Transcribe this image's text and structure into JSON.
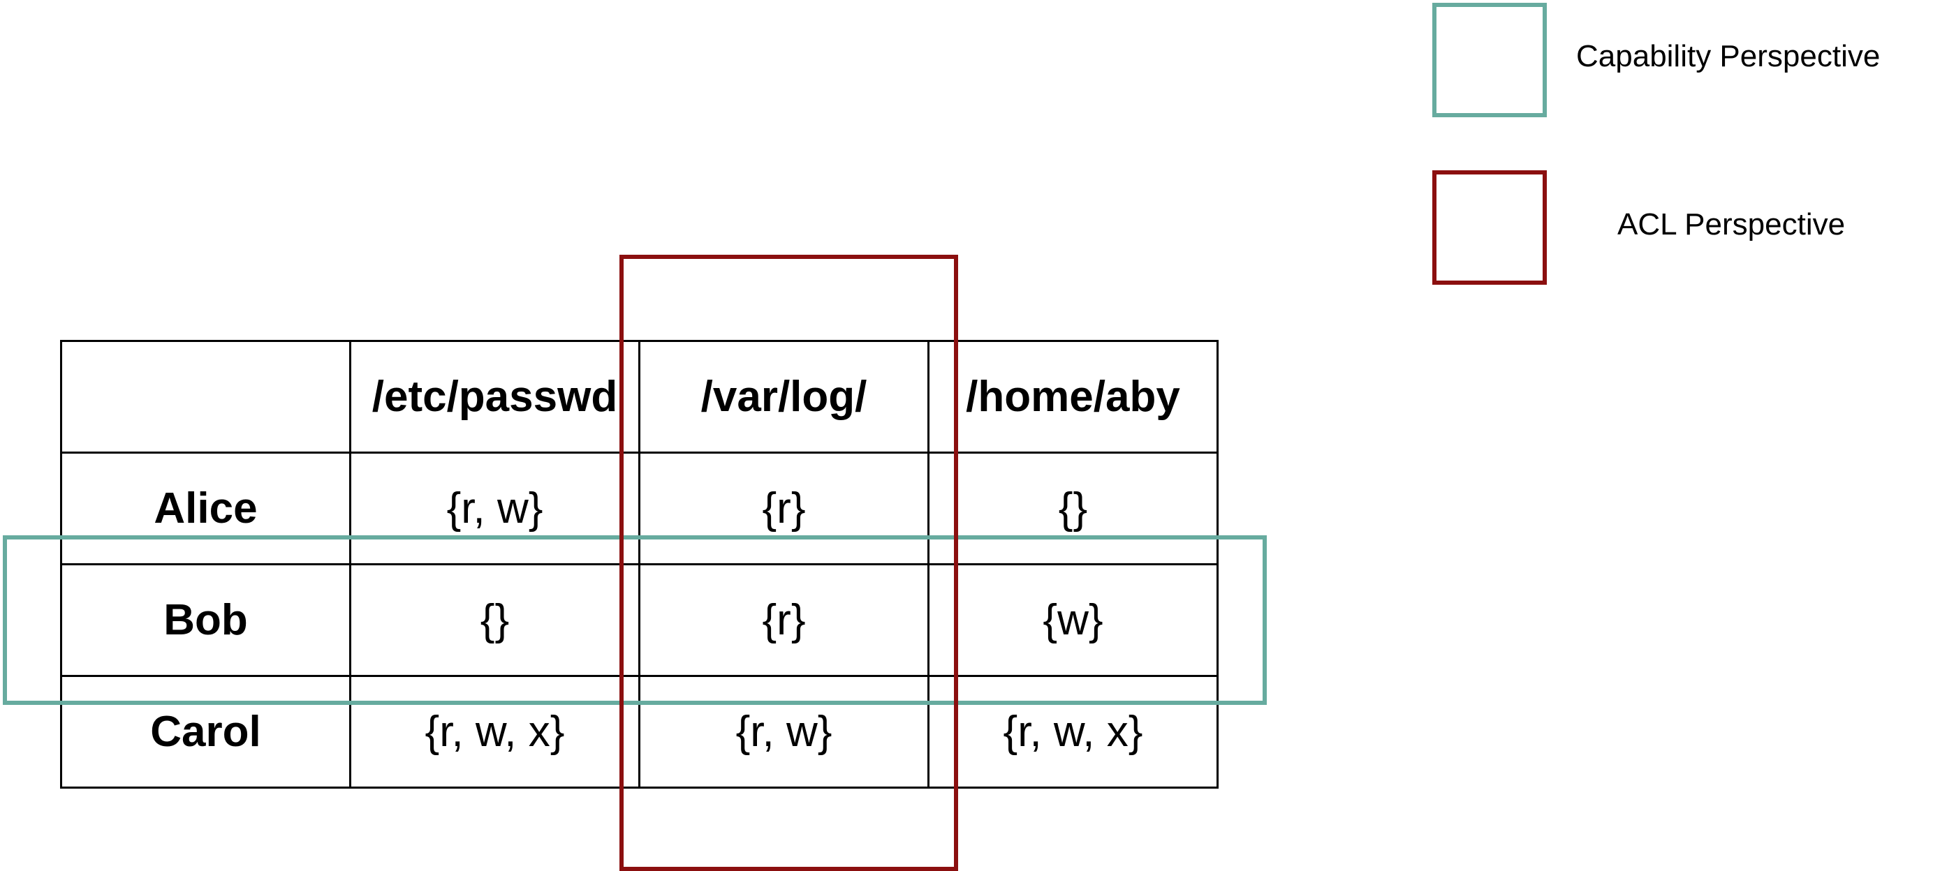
{
  "colors": {
    "capability": "#67AB9F",
    "acl": "#8B0F0F",
    "grid": "#000000"
  },
  "legend": {
    "capability_label": "Capability Perspective",
    "acl_label": "ACL Perspective"
  },
  "matrix": {
    "header": [
      "",
      "/etc/passwd",
      "/var/log/",
      "/home/aby"
    ],
    "rows": [
      {
        "subject": "Alice",
        "cells": [
          "{r, w}",
          "{r}",
          "{}"
        ]
      },
      {
        "subject": "Bob",
        "cells": [
          "{}",
          "{r}",
          "{w}"
        ]
      },
      {
        "subject": "Carol",
        "cells": [
          "{r, w, x}",
          "{r, w}",
          "{r, w, x}"
        ]
      }
    ]
  }
}
